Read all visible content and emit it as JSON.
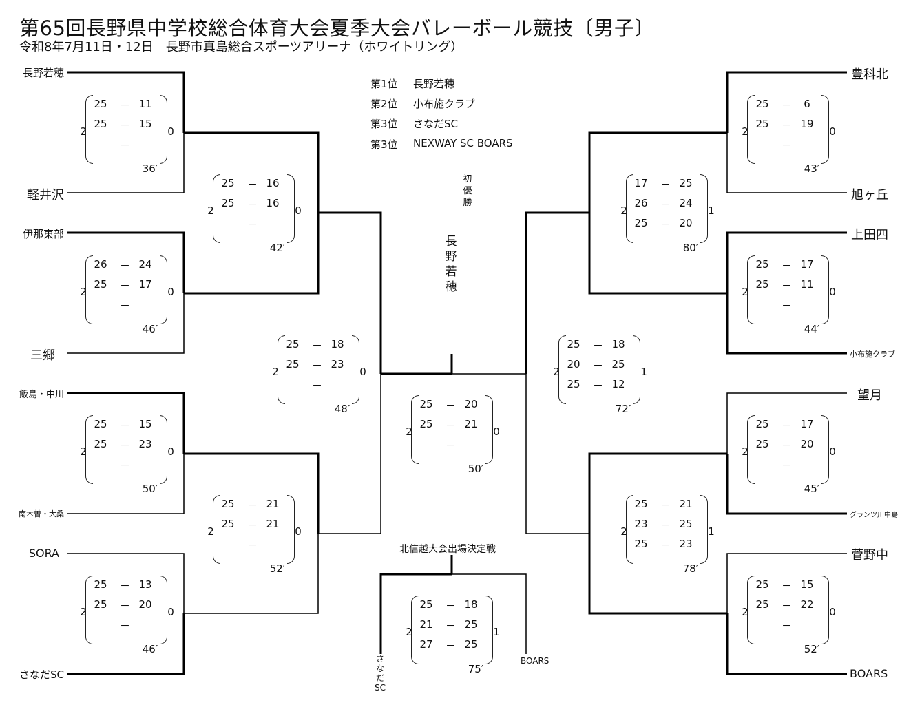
{
  "title": "第65回長野県中学校総合体育大会夏季大会バレーボール競技〔男子〕",
  "subtitle": "令和8年7月11日・12日　長野市真島総合スポーツアリーナ（ホワイトリング）",
  "left_teams": [
    "長野若穂",
    "軽井沢",
    "伊那東部",
    "三郷",
    "飯島・中川",
    "南木曽・大桑",
    "SORA",
    "さなだSC"
  ],
  "right_teams": [
    "豊科北",
    "旭ヶ丘",
    "上田四",
    "小布施クラブ",
    "望月",
    "グランツ川中島",
    "菅野中",
    "BOARS"
  ],
  "rankings": [
    {
      "place": "第1位",
      "team": "長野若穂"
    },
    {
      "place": "第2位",
      "team": "小布施クラブ"
    },
    {
      "place": "第3位",
      "team": "さなだSC"
    },
    {
      "place": "第3位",
      "team": "NEXWAY SC BOARS"
    }
  ],
  "first_win_label": "初優勝",
  "champion": "長野若穂",
  "hokushinetsu_label": "北信越大会出場決定戦",
  "playoff_left": "さなだSC",
  "playoff_right": "BOARS",
  "matches": [
    {
      "id": "L1",
      "sets": [
        [
          "25",
          "11"
        ],
        [
          "25",
          "15"
        ],
        [
          "",
          ""
        ]
      ],
      "wa": "2",
      "wb": "0",
      "time": "36′"
    },
    {
      "id": "L2",
      "sets": [
        [
          "26",
          "24"
        ],
        [
          "25",
          "17"
        ],
        [
          "",
          ""
        ]
      ],
      "wa": "2",
      "wb": "0",
      "time": "46′"
    },
    {
      "id": "L3",
      "sets": [
        [
          "25",
          "15"
        ],
        [
          "25",
          "23"
        ],
        [
          "",
          ""
        ]
      ],
      "wa": "2",
      "wb": "0",
      "time": "50′"
    },
    {
      "id": "L4",
      "sets": [
        [
          "25",
          "13"
        ],
        [
          "25",
          "20"
        ],
        [
          "",
          ""
        ]
      ],
      "wa": "2",
      "wb": "0",
      "time": "46′"
    },
    {
      "id": "LQ1",
      "sets": [
        [
          "25",
          "16"
        ],
        [
          "25",
          "16"
        ],
        [
          "",
          ""
        ]
      ],
      "wa": "2",
      "wb": "0",
      "time": "42′"
    },
    {
      "id": "LQ2",
      "sets": [
        [
          "25",
          "21"
        ],
        [
          "25",
          "21"
        ],
        [
          "",
          ""
        ]
      ],
      "wa": "2",
      "wb": "0",
      "time": "52′"
    },
    {
      "id": "LS",
      "sets": [
        [
          "25",
          "18"
        ],
        [
          "25",
          "23"
        ],
        [
          "",
          ""
        ]
      ],
      "wa": "2",
      "wb": "0",
      "time": "48′"
    },
    {
      "id": "F",
      "sets": [
        [
          "25",
          "20"
        ],
        [
          "25",
          "21"
        ],
        [
          "",
          ""
        ]
      ],
      "wa": "2",
      "wb": "0",
      "time": "50′"
    },
    {
      "id": "P",
      "sets": [
        [
          "25",
          "18"
        ],
        [
          "21",
          "25"
        ],
        [
          "27",
          "25"
        ]
      ],
      "wa": "2",
      "wb": "1",
      "time": "75′"
    },
    {
      "id": "RS",
      "sets": [
        [
          "25",
          "18"
        ],
        [
          "20",
          "25"
        ],
        [
          "25",
          "12"
        ]
      ],
      "wa": "2",
      "wb": "1",
      "time": "72′"
    },
    {
      "id": "RQ1",
      "sets": [
        [
          "17",
          "25"
        ],
        [
          "26",
          "24"
        ],
        [
          "25",
          "20"
        ]
      ],
      "wa": "2",
      "wb": "1",
      "time": "80′"
    },
    {
      "id": "RQ2",
      "sets": [
        [
          "25",
          "21"
        ],
        [
          "23",
          "25"
        ],
        [
          "25",
          "23"
        ]
      ],
      "wa": "2",
      "wb": "1",
      "time": "78′"
    },
    {
      "id": "R1",
      "sets": [
        [
          "25",
          "6"
        ],
        [
          "25",
          "19"
        ],
        [
          "",
          ""
        ]
      ],
      "wa": "2",
      "wb": "0",
      "time": "43′"
    },
    {
      "id": "R2",
      "sets": [
        [
          "25",
          "17"
        ],
        [
          "25",
          "11"
        ],
        [
          "",
          ""
        ]
      ],
      "wa": "2",
      "wb": "0",
      "time": "44′"
    },
    {
      "id": "R3",
      "sets": [
        [
          "25",
          "17"
        ],
        [
          "25",
          "20"
        ],
        [
          "",
          ""
        ]
      ],
      "wa": "2",
      "wb": "0",
      "time": "45′"
    },
    {
      "id": "R4",
      "sets": [
        [
          "25",
          "15"
        ],
        [
          "25",
          "22"
        ],
        [
          "",
          ""
        ]
      ],
      "wa": "2",
      "wb": "0",
      "time": "52′"
    }
  ]
}
